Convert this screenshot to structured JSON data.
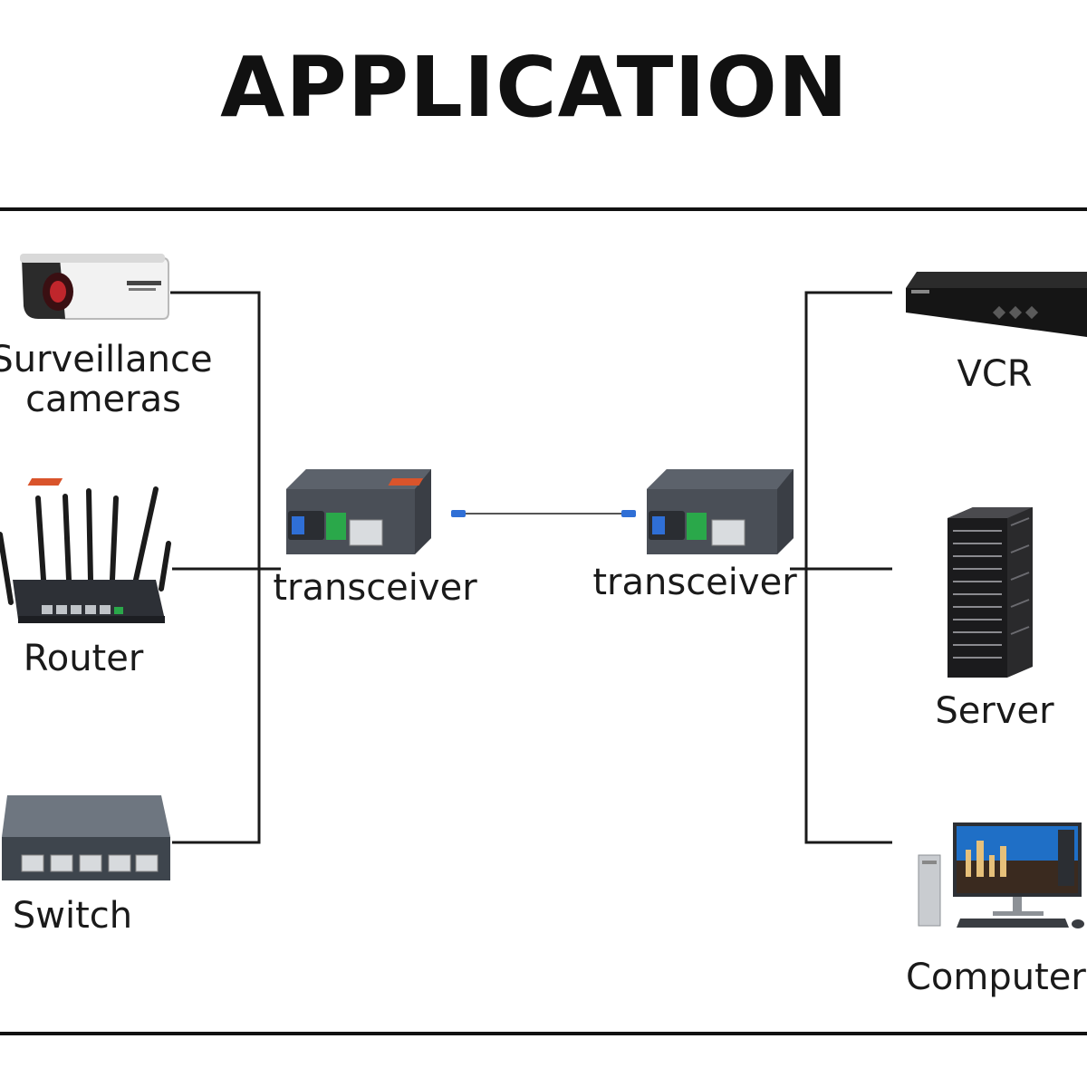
{
  "title": "APPLICATION",
  "left_devices": {
    "camera": {
      "label_line1": "Surveillance",
      "label_line2": "cameras",
      "icon": "surveillance-camera-icon"
    },
    "router": {
      "label": "Router",
      "icon": "router-icon"
    },
    "switch": {
      "label": "Switch",
      "icon": "network-switch-icon"
    }
  },
  "transceivers": {
    "left": {
      "label": "transceiver",
      "icon": "media-converter-icon"
    },
    "right": {
      "label": "transceiver",
      "icon": "media-converter-icon"
    },
    "link": {
      "icon": "fiber-optic-cable-icon",
      "connector_color": "#2f6fd6"
    }
  },
  "right_devices": {
    "vcr": {
      "label": "VCR",
      "icon": "vcr-recorder-icon"
    },
    "server": {
      "label": "Server",
      "icon": "server-rack-icon"
    },
    "computer": {
      "label": "Computer",
      "icon": "desktop-computer-icon"
    }
  },
  "colors": {
    "line": "#1a1a1a",
    "transceiver_body": "#4a4f57",
    "transceiver_label": "#d9542b",
    "fiber_connector": "#2f6fd6"
  }
}
